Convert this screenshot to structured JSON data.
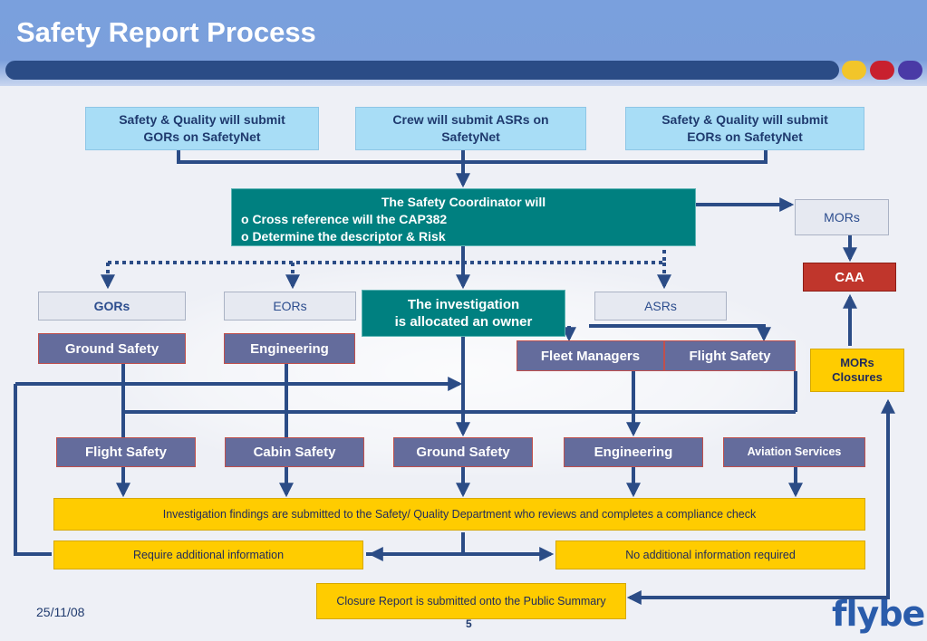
{
  "title": "Safety Report Process",
  "colors": {
    "accent_dots": [
      "#f2c52a",
      "#c8202e",
      "#4a3aa6"
    ]
  },
  "top_boxes": [
    {
      "line1": "Safety & Quality  will submit",
      "line2": "GORs on SafetyNet"
    },
    {
      "line1": "Crew will submit ASRs on",
      "line2": "SafetyNet"
    },
    {
      "line1": "Safety & Quality will submit",
      "line2": "EORs on SafetyNet"
    }
  ],
  "coordinator": {
    "heading": "The Safety Coordinator will",
    "bullets": [
      "o Cross reference will the CAP382",
      "o Determine the descriptor & Risk"
    ]
  },
  "mors": "MORs",
  "caa": "CAA",
  "mors_closures": {
    "line1": "MORs",
    "line2": "Closures"
  },
  "report_types": {
    "gors": "GORs",
    "eors": "EORs",
    "asrs": "ASRs"
  },
  "owner": {
    "line1": "The investigation",
    "line2": "is allocated an owner"
  },
  "mid_depts": {
    "ground_safety": "Ground Safety",
    "engineering": "Engineering",
    "fleet_managers": "Fleet Managers",
    "flight_safety": "Flight Safety"
  },
  "bottom_depts": [
    "Flight Safety",
    "Cabin Safety",
    "Ground Safety",
    "Engineering",
    "Aviation Services"
  ],
  "findings": "Investigation findings are submitted to the Safety/ Quality Department who reviews and completes a compliance check",
  "require_info": "Require additional information",
  "no_info": "No additional information required",
  "closure": "Closure Report is submitted onto the Public Summary",
  "footer": {
    "date": "25/11/08",
    "page": "5",
    "logo": "flybe."
  }
}
